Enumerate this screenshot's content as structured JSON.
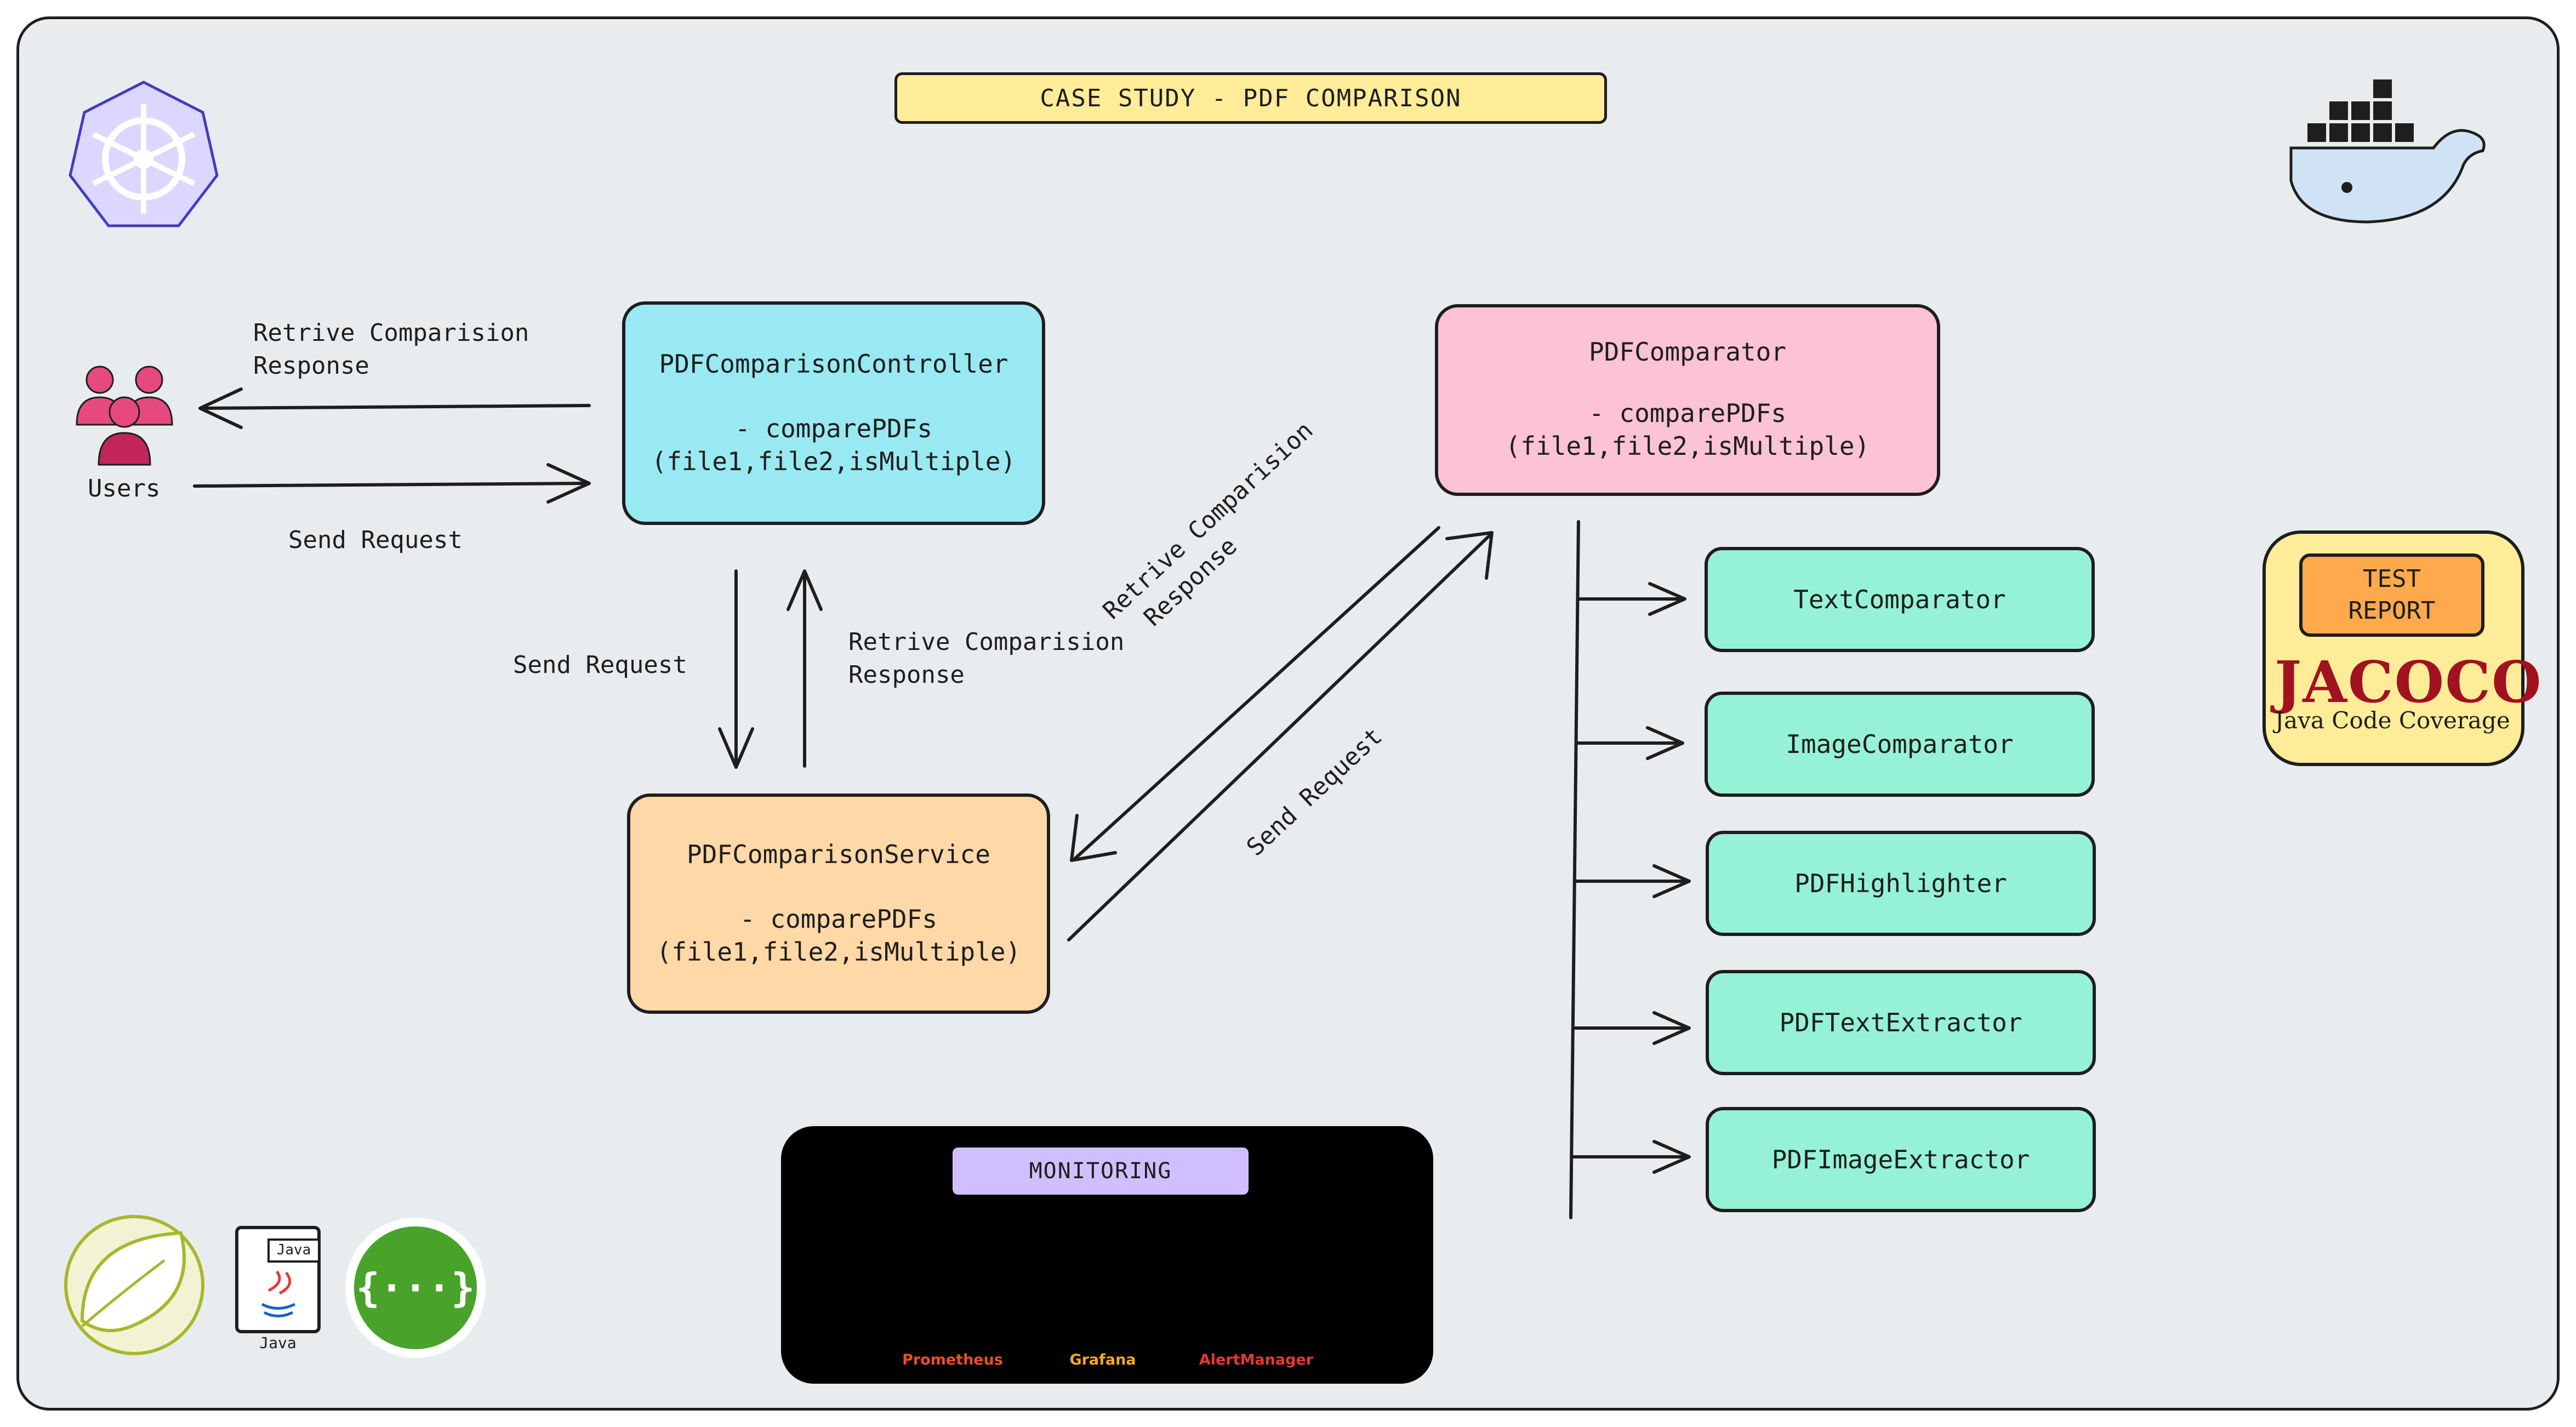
{
  "title": "CASE STUDY - PDF COMPARISON",
  "users": {
    "label": "Users"
  },
  "controller": {
    "name": "PDFComparisonController",
    "method": "- comparePDFs",
    "args": "(file1,file2,isMultiple)"
  },
  "service": {
    "name": "PDFComparisonService",
    "method": "- comparePDFs",
    "args": "(file1,file2,isMultiple)"
  },
  "comparator": {
    "name": "PDFComparator",
    "method": "- comparePDFs",
    "args": "(file1,file2,isMultiple)"
  },
  "components": [
    "TextComparator",
    "ImageComparator",
    "PDFHighlighter",
    "PDFTextExtractor",
    "PDFImageExtractor"
  ],
  "labels": {
    "retrieve_response_top": [
      "Retrive Comparision",
      "Response"
    ],
    "send_request_top": "Send Request",
    "send_request_left": "Send Request",
    "retrieve_response_mid": [
      "Retrive Comparision",
      "Response"
    ],
    "retrieve_response_diag": [
      "Retrive Comparision",
      "Response"
    ],
    "send_request_diag": "Send Request"
  },
  "monitoring": {
    "label": "MONITORING",
    "tools": [
      {
        "name": "Prometheus",
        "icon": "prometheus-icon",
        "color": "#e6522c"
      },
      {
        "name": "Grafana",
        "icon": "grafana-icon",
        "color": "#f9a825"
      },
      {
        "name": "AlertManager",
        "icon": "alertmanager-icon",
        "color": "#e53935"
      }
    ]
  },
  "test_report": {
    "line1": "TEST",
    "line2": "REPORT",
    "brand": "JACOCO",
    "subtitle": "Java Code Coverage"
  },
  "java": {
    "tag": "Java",
    "caption": "Java"
  },
  "swagger": {
    "glyph": "{···}",
    "color": "#49a32b"
  },
  "colors": {
    "controller": "#99e9f2",
    "service": "#ffd8a8",
    "comparator": "#fcc2d7",
    "components": "#96f2d7",
    "title": "#ffec99",
    "docker": "#1e6fb8"
  }
}
